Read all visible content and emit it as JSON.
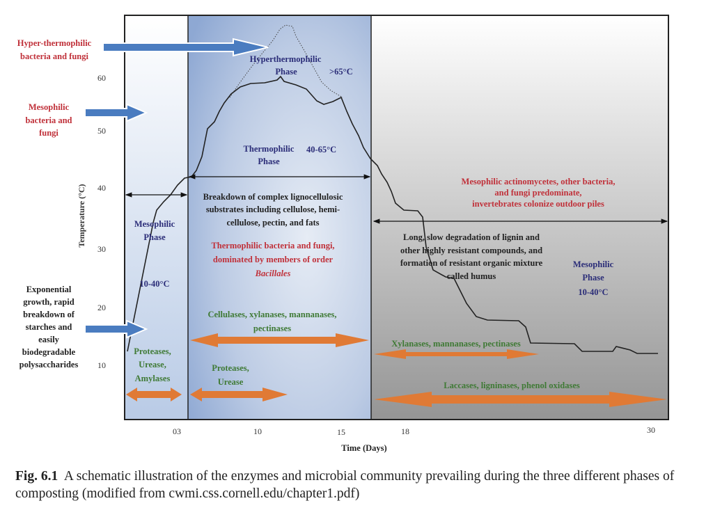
{
  "y_axis": {
    "label": "Temperature (°C)",
    "ticks": [
      "60",
      "50",
      "40",
      "30",
      "20",
      "10"
    ]
  },
  "x_axis": {
    "label": "Time (Days)",
    "ticks": [
      "03",
      "10",
      "15",
      "18",
      "30"
    ]
  },
  "left_labels": {
    "hyper": [
      "Hyper-thermophilic",
      "bacteria and fungi"
    ],
    "meso": [
      "Mesophilic",
      "bacteria and",
      "fungi"
    ],
    "growth": [
      "Exponential",
      "growth, rapid",
      "breakdown of",
      "starches and",
      "easily",
      "biodegradable",
      "polysaccharides"
    ]
  },
  "phase1": {
    "name": [
      "Mesophilic",
      "Phase"
    ],
    "range": "10-40°C",
    "enzymes": [
      "Proteases,",
      "Urease,",
      "Amylases"
    ]
  },
  "phase2": {
    "hyper_name": [
      "Hyperthermophilic",
      "Phase"
    ],
    "hyper_range": ">65°C",
    "name": [
      "Thermophilic",
      "Phase"
    ],
    "range": "40-65°C",
    "process": [
      "Breakdown of complex lignocellulosic",
      "substrates including cellulose, hemi-",
      "cellulose, pectin, and fats"
    ],
    "organisms": [
      "Thermophilic bacteria and fungi,",
      "dominated by members of order",
      "Bacillales"
    ],
    "enzymes1": [
      "Cellulases, xylanases, mannanases,",
      "pectinases"
    ],
    "enzymes2": [
      "Proteases,",
      "Urease"
    ]
  },
  "phase3": {
    "organisms": [
      "Mesophilic actinomycetes, other bacteria,",
      "and fungi predominate,",
      "invertebrates colonize outdoor piles"
    ],
    "process": [
      "Long, slow degradation of lignin and",
      "other highly resistant compounds, and",
      "formation of resistant organic mixture",
      "called humus"
    ],
    "name": [
      "Mesophilic",
      "Phase"
    ],
    "range": "10-40°C",
    "enzymes1": "Xylanases, mannanases, pectinases",
    "enzymes2": "Laccases, ligninases, phenol oxidases"
  },
  "caption": {
    "label": "Fig. 6.1",
    "text": "A schematic illustration of the enzymes and microbial community prevailing during the three different phases of composting (modified from cwmi.css.cornell.edu/chapter1.pdf)"
  },
  "colors": {
    "accent_orange": "#e07a35",
    "arrow_blue": "#4a7cc0",
    "label_red": "#c0313a",
    "phase_navy": "#2b2d78",
    "enzyme_green": "#3f7a35"
  }
}
